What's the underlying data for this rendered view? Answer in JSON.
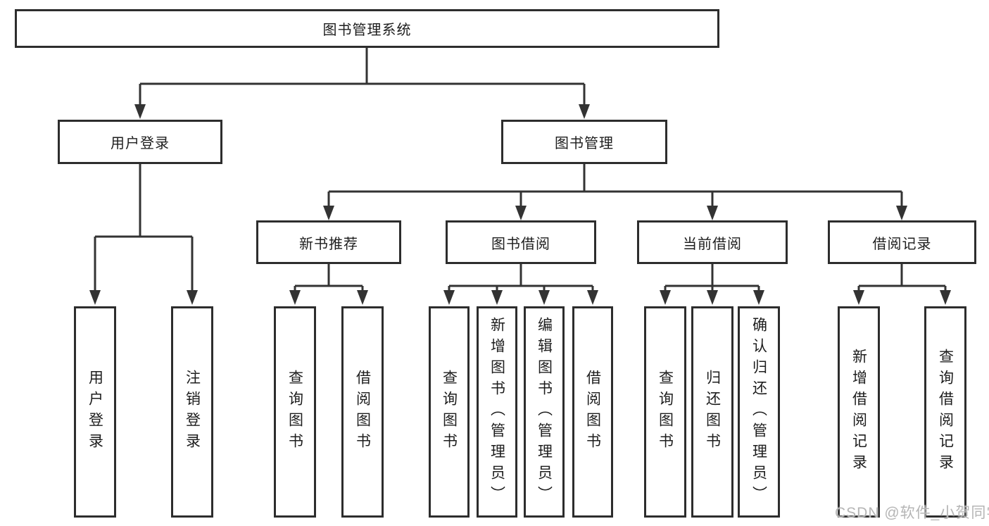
{
  "diagram": {
    "root": "图书管理系统",
    "branches": [
      {
        "label": "用户登录",
        "children": [
          "用户登录",
          "注销登录"
        ]
      },
      {
        "label": "图书管理",
        "children": [
          {
            "label": "新书推荐",
            "children": [
              "查询图书",
              "借阅图书"
            ]
          },
          {
            "label": "图书借阅",
            "children": [
              "查询图书",
              "新增图书（管理员）",
              "编辑图书（管理员）",
              "借阅图书"
            ]
          },
          {
            "label": "当前借阅",
            "children": [
              "查询图书",
              "归还图书",
              "确认归还（管理员）"
            ]
          },
          {
            "label": "借阅记录",
            "children": [
              "新增借阅记录",
              "查询借阅记录"
            ]
          }
        ]
      }
    ]
  },
  "watermark": "CSDN @软件_小贺同学",
  "colors": {
    "line": "#333333",
    "box_border": "#2d2d2d",
    "text": "#1d1d1d",
    "watermark": "#b5b5b5",
    "background": "#ffffff"
  }
}
